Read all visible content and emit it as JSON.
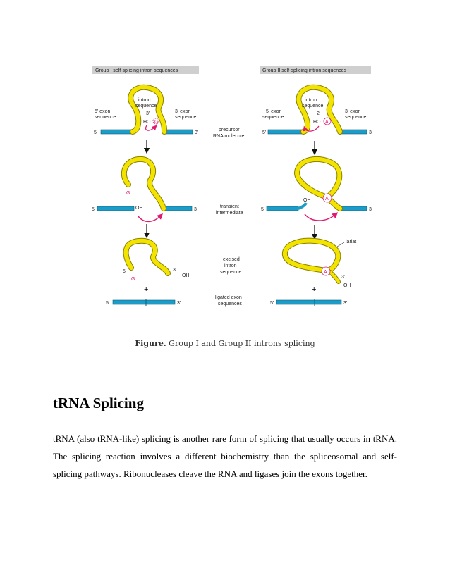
{
  "figure": {
    "panel_left_title": "Group I self-splicing intron sequences",
    "panel_right_title": "Group II self-splicing intron sequences",
    "labels": {
      "intron_sequence_left": [
        "intron",
        "sequence"
      ],
      "intron_sequence_right": [
        "intron",
        "sequence"
      ],
      "exon5_left": [
        "5' exon",
        "sequence"
      ],
      "exon3_left": [
        "3' exon",
        "sequence"
      ],
      "exon5_right": [
        "5' exon",
        "sequence"
      ],
      "exon3_right": [
        "3' exon",
        "sequence"
      ],
      "three_prime": "3'",
      "five_prime": "5'",
      "two_prime": "2'",
      "ho": "HO",
      "oh": "OH",
      "g": "G",
      "a": "A",
      "lariat": "lariat",
      "plus": "+"
    },
    "middle_labels": {
      "precursor": [
        "precursor",
        "RNA molecule"
      ],
      "transient": [
        "transient",
        "intermediate"
      ],
      "excised": [
        "excised",
        "intron",
        "sequence"
      ],
      "ligated": [
        "ligated exon",
        "sequences"
      ]
    },
    "colors": {
      "exon": "#1e9cc8",
      "intron": "#f2e400",
      "intron_outline": "#8a7f00",
      "arrow_pink": "#e0186e",
      "title_bg": "#cfcfcf"
    }
  },
  "caption": {
    "prefix": "Figure.",
    "text": "Group I and Group II introns splicing"
  },
  "section": {
    "heading": "tRNA Splicing",
    "paragraph": "tRNA (also tRNA-like) splicing is another rare form of splicing that usually occurs in tRNA. The splicing reaction involves a different biochemistry than the spliceosomal and self-splicing pathways. Ribonucleases cleave the RNA and ligases join the exons together."
  }
}
